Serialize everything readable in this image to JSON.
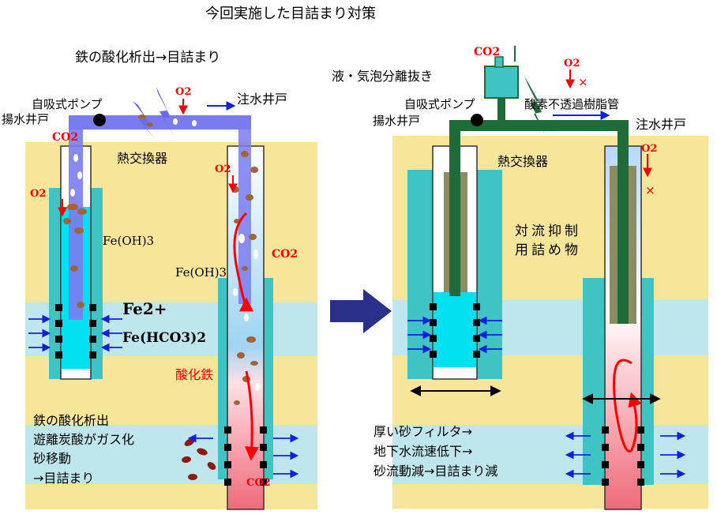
{
  "title": "今回実施した目詰まり対策",
  "colors": {
    "ground": "#f7e59a",
    "aquifer": "#bfe6ec",
    "gravel": "#40c3c3",
    "water": "#00e0f0",
    "pipe_old": "#7b7bf0",
    "pipe_new": "#1f6b3a",
    "rust": "#a0643a",
    "red": "#ff0000",
    "arrow_blue": "#1020e0",
    "big_arrow": "#2a2f8a",
    "packing": "#8c8c62"
  },
  "left": {
    "top_label": "鉄の酸化析出→目詰まり",
    "pump": "自吸式ポンプ",
    "pump_well": "揚水井戸",
    "inject_well": "注水井戸",
    "heat_exchanger": "熱交換器",
    "co2_a": "CO2",
    "o2_a": "O2",
    "o2_b": "O2",
    "o2_c": "O2",
    "feoh3_a": "Fe(OH)3",
    "feoh3_b": "Fe(OH)3",
    "co2_b": "CO2",
    "fe2": "Fe2+",
    "fehco3": "Fe(HCO3)2",
    "iron_oxide": "酸化鉄",
    "notes": [
      "鉄の酸化析出",
      "遊離炭酸がガス化",
      "砂移動",
      "→目詰まり"
    ],
    "co2_c": "CO2"
  },
  "right": {
    "co2_top": "CO2",
    "separator": "液・気泡分離抜き",
    "pump": "自吸式ポンプ",
    "pump_well": "揚水井戸",
    "resin_pipe": "酸素不透過樹脂管",
    "inject_well": "注水井戸",
    "heat_exchanger": "熱交換器",
    "o2_a": "O2",
    "o2_b": "O2",
    "cross": "×",
    "convection_1": "対流抑制",
    "convection_2": "用詰め物",
    "notes": [
      "厚い砂フィルタ→",
      "地下水流速低下→",
      "砂流動減→目詰まり減"
    ]
  },
  "icons": [
    "pump-icon",
    "separator-icon",
    "big-arrow-icon",
    "lightning-icon"
  ]
}
